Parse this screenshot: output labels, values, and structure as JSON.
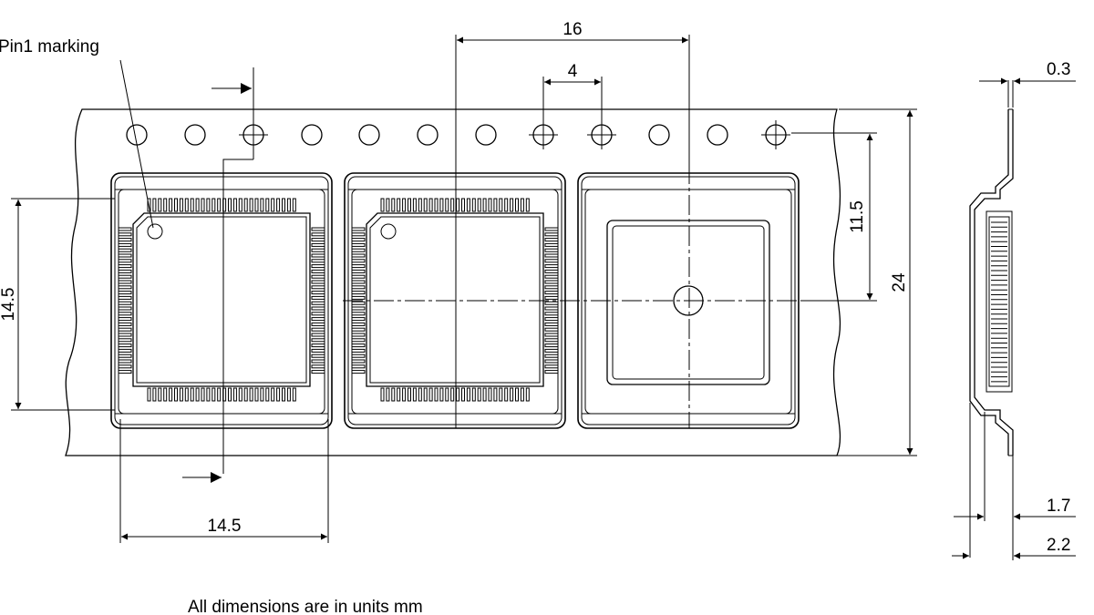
{
  "labels": {
    "pin1_marking": "Pin1 marking",
    "pitch_pocket": "16",
    "pitch_sprocket": "4",
    "pocket_to_hole": "11.5",
    "tape_width": "24",
    "cover_thickness": "0.3",
    "pocket_height_b": "14.5",
    "pocket_width_a": "14.5",
    "depth_inner": "1.7",
    "depth_outer": "2.2",
    "units_note": "All dimensions are in units mm"
  },
  "colors": {
    "line": "#000000",
    "background": "#ffffff"
  }
}
